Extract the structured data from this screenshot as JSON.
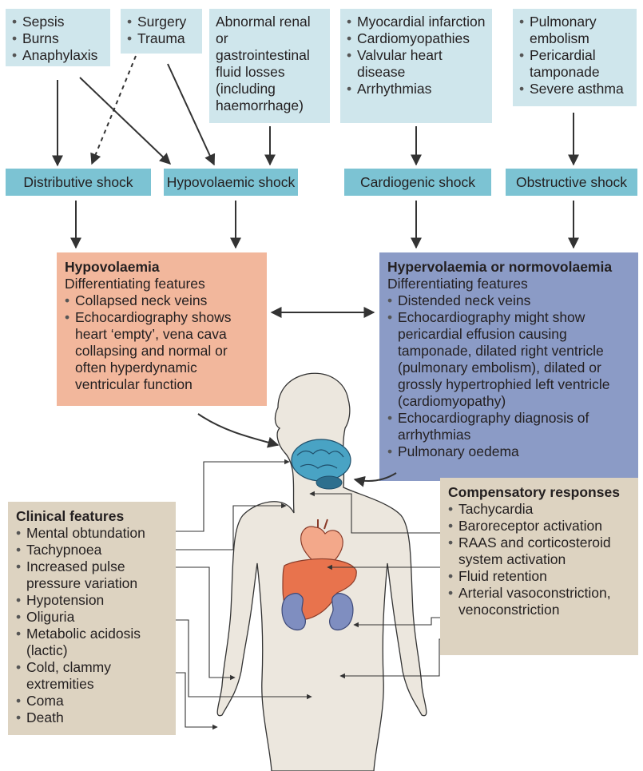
{
  "causes": {
    "distributive": [
      "Sepsis",
      "Burns",
      "Anaphylaxis"
    ],
    "surgery": [
      "Surgery",
      "Trauma"
    ],
    "renal": "Abnormal renal or gastrointestinal fluid losses (including haemorrhage)",
    "cardiac": [
      "Myocardial infarction",
      "Cardiomyopathies",
      "Valvular heart disease",
      "Arrhythmias"
    ],
    "obstructive": [
      "Pulmonary embolism",
      "Pericardial tamponade",
      "Severe asthma"
    ]
  },
  "shock_types": {
    "distributive": "Distributive shock",
    "hypovolaemic": "Hypovolaemic shock",
    "cardiogenic": "Cardiogenic shock",
    "obstructive": "Obstructive shock"
  },
  "hypovolaemia": {
    "title": "Hypovolaemia",
    "subtitle": "Differentiating features",
    "items": [
      "Collapsed neck veins",
      "Echocardiography shows heart ‘empty’, vena cava collapsing and normal or often hyperdynamic ventricular function"
    ]
  },
  "hypervolaemia": {
    "title": "Hypervolaemia or normovolaemia",
    "subtitle": "Differentiating features",
    "items": [
      "Distended neck veins",
      "Echocardiography might show pericardial effusion causing tamponade, dilated right ventricle (pulmonary embolism), dilated or grossly hypertrophied left ventricle (cardiomyopathy)",
      "Echocardiography diagnosis of arrhythmias",
      "Pulmonary oedema"
    ]
  },
  "clinical": {
    "title": "Clinical features",
    "items": [
      "Mental obtundation",
      "Tachypnoea",
      "Increased pulse pressure variation",
      "Hypotension",
      "Oliguria",
      "Metabolic acidosis (lactic)",
      "Cold, clammy extremities",
      "Coma",
      "Death"
    ]
  },
  "compensatory": {
    "title": "Compensatory responses",
    "items": [
      "Tachycardia",
      "Baroreceptor activation",
      "RAAS and corticosteroid system activation",
      "Fluid retention",
      "Arterial vasoconstriction, venoconstriction"
    ]
  },
  "colors": {
    "cause_box": "#cfe6ec",
    "shock_box": "#7cc3d3",
    "hypovolaemia_box": "#f2b79c",
    "hypervolaemia_box": "#8b9bc6",
    "panel_box": "#ddd3c1",
    "body_fill": "#ece7de",
    "brain": "#49a3c4",
    "heart": "#f3a88a",
    "liver": "#e8734d",
    "kidney": "#7f8ec0",
    "arrow": "#333333"
  }
}
